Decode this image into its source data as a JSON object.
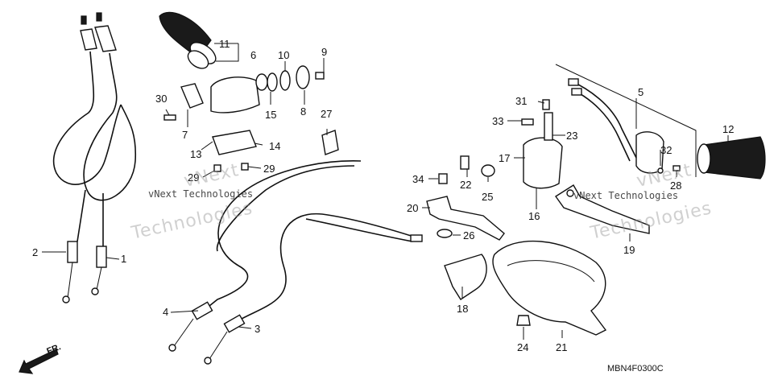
{
  "diagram": {
    "drawing_code": "MBN4F0300C",
    "direction_label": "FR.",
    "callouts": {
      "c1": "1",
      "c2": "2",
      "c3": "3",
      "c4": "4",
      "c5": "5",
      "c6": "6",
      "c7": "7",
      "c8": "8",
      "c9": "9",
      "c10": "10",
      "c11": "11",
      "c12": "12",
      "c13": "13",
      "c14": "14",
      "c15": "15",
      "c16": "16",
      "c17": "17",
      "c18": "18",
      "c19": "19",
      "c20": "20",
      "c21": "21",
      "c22": "22",
      "c23": "23",
      "c24": "24",
      "c25": "25",
      "c26": "26",
      "c27": "27",
      "c28": "28",
      "c29a": "29",
      "c29b": "29",
      "c30": "30",
      "c31": "31",
      "c32": "32",
      "c33": "33",
      "c34": "34"
    }
  },
  "watermark": {
    "line1": "vNext Technologies",
    "line2": "Technologies",
    "line3": "vNext"
  }
}
